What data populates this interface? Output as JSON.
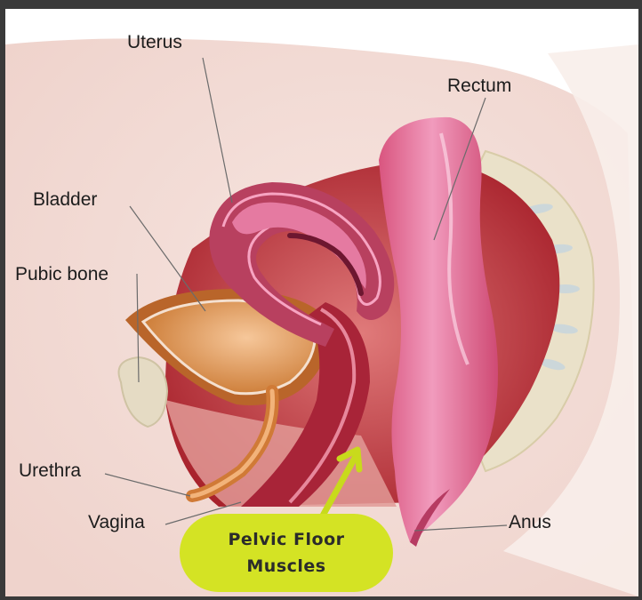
{
  "labels": {
    "uterus": "Uterus",
    "rectum": "Rectum",
    "bladder": "Bladder",
    "pubic_bone": "Pubic bone",
    "urethra": "Urethra",
    "vagina": "Vagina",
    "anus": "Anus"
  },
  "callout": {
    "line1": "Pelvic Floor",
    "line2": "Muscles"
  },
  "colors": {
    "callout": "#d4e324",
    "arrow": "#c8da1c",
    "skin": "#f3dcd6",
    "muscle": "#b8323a",
    "rectum": "#e77fa6",
    "uterus": "#e06a96",
    "bladder": "#d98a3c",
    "bone": "#e9dfcd"
  }
}
